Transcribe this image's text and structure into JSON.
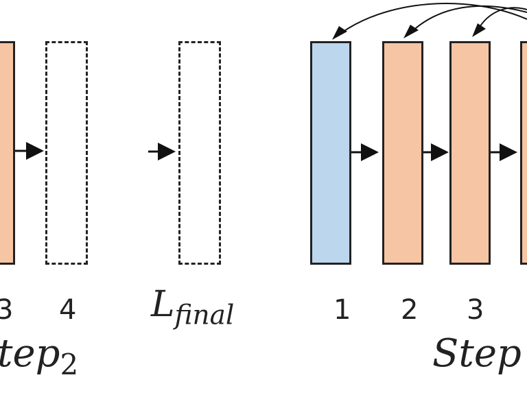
{
  "left_group": {
    "layer_numbers": [
      "3",
      "4"
    ],
    "step_label": {
      "main": "tep",
      "sub": "2"
    }
  },
  "final_label": {
    "main": "L",
    "sub": "final"
  },
  "right_group": {
    "layer_numbers": [
      "1",
      "2",
      "3"
    ],
    "step_label": "Step"
  },
  "colors": {
    "orange_fill": "#f6c5a4",
    "blue_fill": "#bcd6ee",
    "stroke": "#222222"
  }
}
